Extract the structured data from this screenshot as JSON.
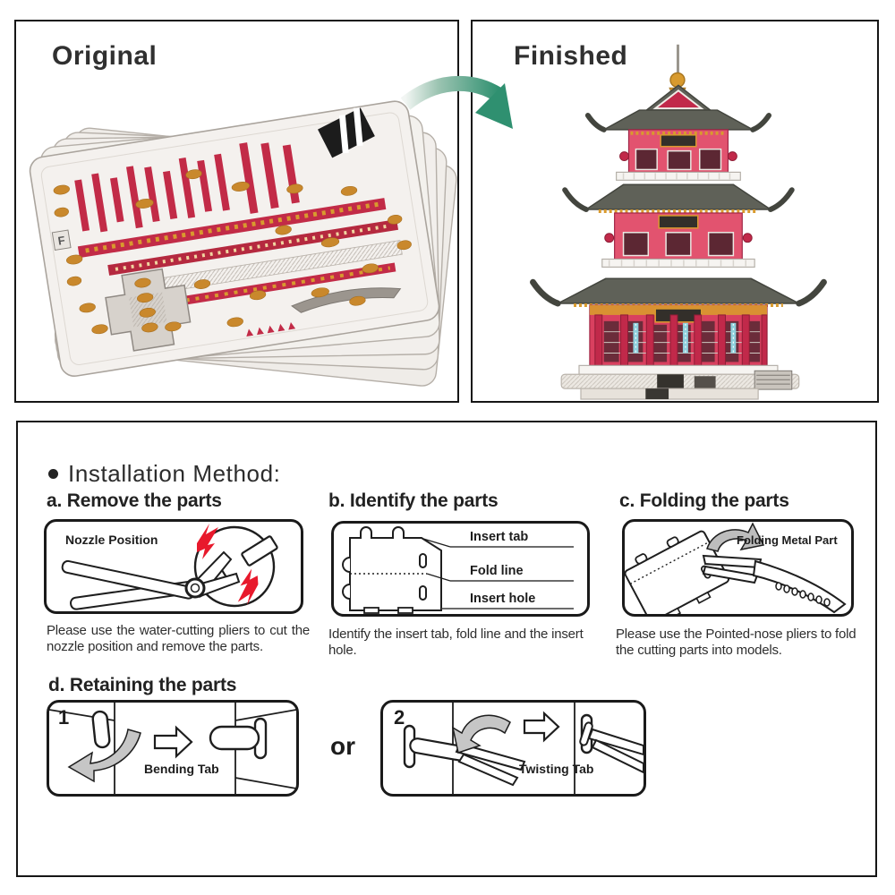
{
  "panels": {
    "original": {
      "label": "Original"
    },
    "finished": {
      "label": "Finished"
    }
  },
  "sheet": {
    "marker": "F"
  },
  "installation": {
    "title": "Installation Method:",
    "step_a": {
      "heading": "a. Remove the parts",
      "diagram_label": "Nozzle Position",
      "caption": "Please use the water-cutting pliers to cut the nozzle position and remove the parts."
    },
    "step_b": {
      "heading": "b. Identify the parts",
      "labels": {
        "tab": "Insert tab",
        "fold": "Fold line",
        "hole": "Insert hole"
      },
      "caption": "Identify the insert tab, fold line and the insert hole."
    },
    "step_c": {
      "heading": "c. Folding the parts",
      "diagram_label": "Folding Metal Part",
      "caption": "Please use the Pointed-nose pliers to fold the cutting parts into models."
    },
    "step_d": {
      "heading": "d. Retaining the parts",
      "connector": "or",
      "option1": {
        "number": "1",
        "label": "Bending Tab"
      },
      "option2": {
        "number": "2",
        "label": "Twisting Tab"
      }
    }
  },
  "colors": {
    "arrow_green": "#2f9070",
    "spark_red": "#e8192c",
    "sheet_red": "#c22b47",
    "sheet_gold": "#c9882c",
    "roof_gray": "#5f6158",
    "body_pink": "#e2536f",
    "text_dark": "#2d2d2d"
  }
}
